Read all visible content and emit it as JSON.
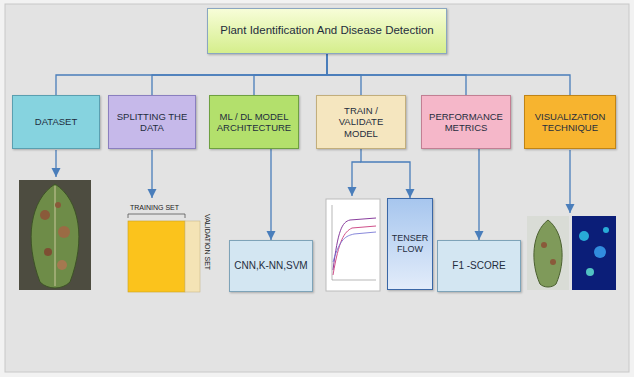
{
  "diagram": {
    "nodes": [
      {
        "text": [
          "Plant Identification And Disease Detection"
        ]
      },
      {
        "text": [
          "DATASET"
        ]
      },
      {
        "text": [
          "SPLITTING THE DATA"
        ]
      },
      {
        "text": [
          "ML / DL MODEL ARCHITECTURE"
        ]
      },
      {
        "text": [
          "TRAIN / VALIDATE MODEL"
        ]
      },
      {
        "text": [
          "PERFORMANCE METRICS"
        ]
      },
      {
        "text": [
          "VISUALIZATION TECHNIQUE"
        ]
      },
      {
        "text": [
          "CNN,K-NN,SVM"
        ]
      },
      {
        "text": [
          "TENSER FLOW"
        ]
      },
      {
        "text": [
          "F1 -SCORE"
        ]
      }
    ],
    "edges": [
      {
        "from": 0,
        "to": 1,
        "arrow": "none"
      },
      {
        "from": 0,
        "to": 2,
        "arrow": "none"
      },
      {
        "from": 0,
        "to": 3,
        "arrow": "none"
      },
      {
        "from": 0,
        "to": 4,
        "arrow": "none"
      },
      {
        "from": 0,
        "to": 5,
        "arrow": "none"
      },
      {
        "from": 0,
        "to": 6,
        "arrow": "none"
      },
      {
        "from": 3,
        "to": 7,
        "arrow": "to"
      },
      {
        "from": 4,
        "to": 8,
        "arrow": "to"
      },
      {
        "from": 5,
        "to": 9,
        "arrow": "to"
      }
    ],
    "labels": [
      "TRAINING SET",
      "VALIDATION SET"
    ]
  }
}
